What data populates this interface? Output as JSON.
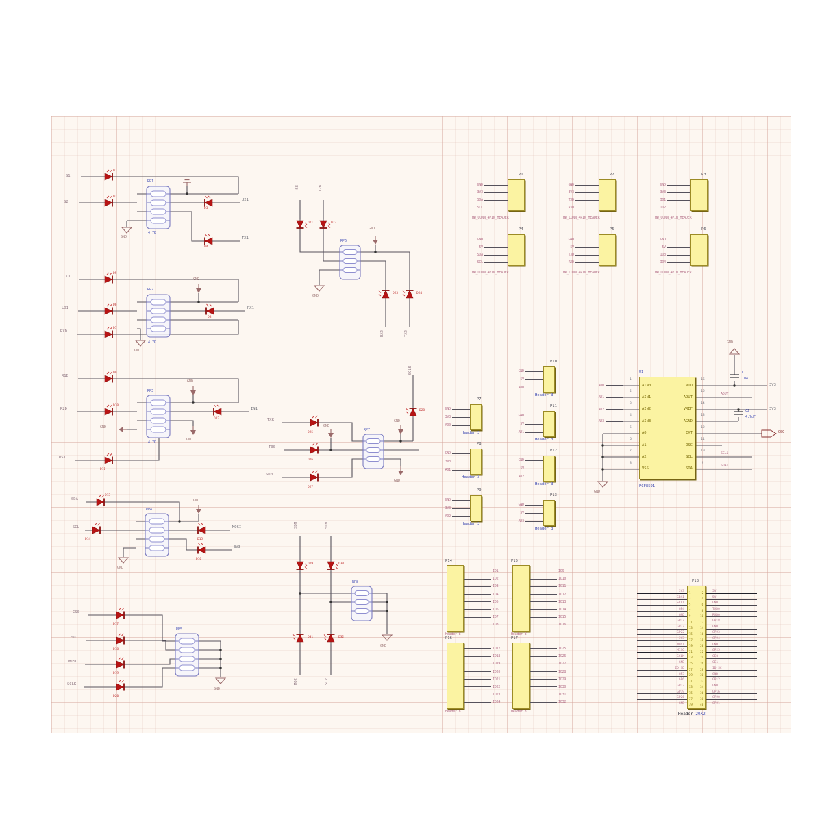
{
  "blocks": {
    "a": {
      "in1": "S1",
      "in2": "S2",
      "out1": "U21",
      "out2": "TX1",
      "d1": "D1",
      "d2": "D2",
      "d3": "D3",
      "d4": "D4",
      "rp": "RP1",
      "val": "4.7K",
      "gnd": "GND"
    },
    "b": {
      "in1": "TXD",
      "in2": "LD1",
      "in3": "RXD",
      "out1": "RX1",
      "d1": "D5",
      "d2": "D6",
      "d3": "D7",
      "d4": "D8",
      "rp": "RP2",
      "val": "4.7K",
      "gnd": "GND",
      "gnd2": "GND"
    },
    "c": {
      "in1": "R1B",
      "in2": "R2D",
      "in3": "RST",
      "out1": "IN1",
      "d1": "D9",
      "d2": "D10",
      "d3": "D11",
      "d4": "D12",
      "rp": "RP3",
      "val": "4.7K",
      "gnd": "GND",
      "gnd2": "GND",
      "gnd3": "GND"
    },
    "d": {
      "in1": "SDA",
      "in2": "SCL",
      "out1": "MOSI",
      "out2": "3V3",
      "d1": "D13",
      "d2": "D14",
      "d3": "D15",
      "d4": "D16",
      "rp": "RP4",
      "gnd": "GND",
      "gnd2": "GND"
    },
    "e": {
      "in1": "CS0",
      "in2": "SDI",
      "in3": "MISO",
      "in4": "SCLK",
      "d1": "D17",
      "d2": "D18",
      "d3": "D19",
      "d4": "D20",
      "rp": "RP5",
      "gnd": "GND"
    },
    "v1": {
      "top1": "S8",
      "top2": "T2B",
      "bot1": "RX2",
      "bot2": "TX2",
      "d1": "D21",
      "d2": "D22",
      "d3": "D23",
      "d4": "D24",
      "rp": "RP6",
      "gnd": "GND",
      "gnd2": "GND"
    },
    "h": {
      "in1": "TXK",
      "in2": "T00",
      "in3": "SD0",
      "up": "SCL0",
      "d1": "D25",
      "d2": "D26",
      "d3": "D27",
      "d4": "D28",
      "rp": "RP7",
      "gnd": "GND",
      "gnd2": "GND",
      "gnd3": "GND"
    },
    "v2": {
      "top1": "SDM",
      "top2": "SCM",
      "bot1": "MO2",
      "bot2": "SC2",
      "d1": "D29",
      "d2": "D30",
      "d3": "D31",
      "d4": "D32",
      "rp": "RP8",
      "gnd": "GND"
    }
  },
  "top_headers": [
    {
      "ref": "P1",
      "caption": "HW_CONN_4PIN_HEADER",
      "nets": [
        "GND",
        "3V3",
        "SDA",
        "SCL"
      ]
    },
    {
      "ref": "P2",
      "caption": "HW_CONN_4PIN_HEADER",
      "nets": [
        "GND",
        "3V3",
        "TXD",
        "RXD"
      ]
    },
    {
      "ref": "P3",
      "caption": "HW_CONN_4PIN_HEADER",
      "nets": [
        "GND",
        "3V3",
        "IO1",
        "IO2"
      ]
    },
    {
      "ref": "P4",
      "caption": "HW_CONN_4PIN_HEADER",
      "nets": [
        "GND",
        "5V",
        "SDA",
        "SCL"
      ]
    },
    {
      "ref": "P5",
      "caption": "HW_CONN_4PIN_HEADER",
      "nets": [
        "GND",
        "5V",
        "TXD",
        "RXD"
      ]
    },
    {
      "ref": "P6",
      "caption": "HW_CONN_4PIN_HEADER",
      "nets": [
        "GND",
        "5V",
        "IO3",
        "IO4"
      ]
    }
  ],
  "small_headers": [
    {
      "ref": "P7",
      "caption": "Header 3",
      "nets": [
        "GND",
        "3V3",
        "AD0"
      ]
    },
    {
      "ref": "P8",
      "caption": "Header 3",
      "nets": [
        "GND",
        "3V3",
        "AD1"
      ]
    },
    {
      "ref": "P9",
      "caption": "Header 3",
      "nets": [
        "GND",
        "3V3",
        "AD2"
      ]
    },
    {
      "ref": "P10",
      "caption": "Header 3",
      "nets": [
        "GND",
        "5V",
        "AD0"
      ]
    },
    {
      "ref": "P11",
      "caption": "Header 3",
      "nets": [
        "GND",
        "5V",
        "AD1"
      ]
    },
    {
      "ref": "P12",
      "caption": "Header 3",
      "nets": [
        "GND",
        "5V",
        "AD2"
      ]
    },
    {
      "ref": "P13",
      "caption": "Header 3",
      "nets": [
        "GND",
        "5V",
        "AD3"
      ]
    }
  ],
  "ic": {
    "ref": "U1",
    "part": "PCF8591",
    "left_pins": [
      {
        "num": "1",
        "name": "AIN0"
      },
      {
        "num": "2",
        "name": "AIN1"
      },
      {
        "num": "3",
        "name": "AIN2"
      },
      {
        "num": "4",
        "name": "AIN3"
      },
      {
        "num": "5",
        "name": "A0"
      },
      {
        "num": "6",
        "name": "A1"
      },
      {
        "num": "7",
        "name": "A2"
      },
      {
        "num": "8",
        "name": "VSS"
      }
    ],
    "right_pins": [
      {
        "num": "16",
        "name": "VDD"
      },
      {
        "num": "15",
        "name": "AOUT"
      },
      {
        "num": "14",
        "name": "VREF"
      },
      {
        "num": "13",
        "name": "AGND"
      },
      {
        "num": "12",
        "name": "EXT"
      },
      {
        "num": "11",
        "name": "OSC"
      },
      {
        "num": "10",
        "name": "SCL"
      },
      {
        "num": "9",
        "name": "SDA"
      }
    ],
    "left_nets": [
      "AD0",
      "AD1",
      "AD2",
      "AD3"
    ],
    "net_vdd": "3V3",
    "net_aout": "AOUT",
    "net_vref": "3V3",
    "net_scl": "SCL1",
    "net_sda": "SDA1",
    "port": "OSC",
    "c1_ref": "C1",
    "c1_val": "104",
    "c2_ref": "C2",
    "c2_val": "4.7uF",
    "gnd_top": "GND",
    "gnd_bus": "GND"
  },
  "bottom_headers": [
    {
      "ref": "P14",
      "caption": "Header 8",
      "nets": [
        "IO1",
        "IO2",
        "IO3",
        "IO4",
        "IO5",
        "IO6",
        "IO7",
        "IO8"
      ]
    },
    {
      "ref": "P15",
      "caption": "Header 8",
      "nets": [
        "IO9",
        "IO10",
        "IO11",
        "IO12",
        "IO13",
        "IO14",
        "IO15",
        "IO16"
      ]
    },
    {
      "ref": "P16",
      "caption": "Header 8",
      "nets": [
        "IO17",
        "IO18",
        "IO19",
        "IO20",
        "IO21",
        "IO22",
        "IO23",
        "IO24"
      ]
    },
    {
      "ref": "P17",
      "caption": "Header 8",
      "nets": [
        "IO25",
        "IO26",
        "IO27",
        "IO28",
        "IO29",
        "IO30",
        "IO31",
        "IO32"
      ]
    }
  ],
  "big_header": {
    "ref": "P18",
    "caption_a": "Header",
    "caption_b": "20X2",
    "left_pins": [
      "1",
      "3",
      "5",
      "7",
      "9",
      "11",
      "13",
      "15",
      "17",
      "19",
      "21",
      "23",
      "25",
      "27",
      "29",
      "31",
      "33",
      "35",
      "37",
      "39"
    ],
    "right_pins": [
      "2",
      "4",
      "6",
      "8",
      "10",
      "12",
      "14",
      "16",
      "18",
      "20",
      "22",
      "24",
      "26",
      "28",
      "30",
      "32",
      "34",
      "36",
      "38",
      "40"
    ],
    "left_nets": [
      "3V3",
      "SDA1",
      "SCL1",
      "GP4",
      "GND",
      "GP17",
      "GP27",
      "GP22",
      "3V3",
      "MOSI",
      "MISO",
      "SCLK",
      "GND",
      "ID_SD",
      "GP5",
      "GP6",
      "GP13",
      "GP19",
      "GP26",
      "GND"
    ],
    "right_nets": [
      "5V",
      "5V",
      "GND",
      "TXD0",
      "RXD0",
      "GP18",
      "GND",
      "GP23",
      "GP24",
      "GND",
      "GP25",
      "CE0",
      "CE1",
      "ID_SC",
      "GND",
      "GP12",
      "GND",
      "GP16",
      "GP20",
      "GP21"
    ]
  }
}
